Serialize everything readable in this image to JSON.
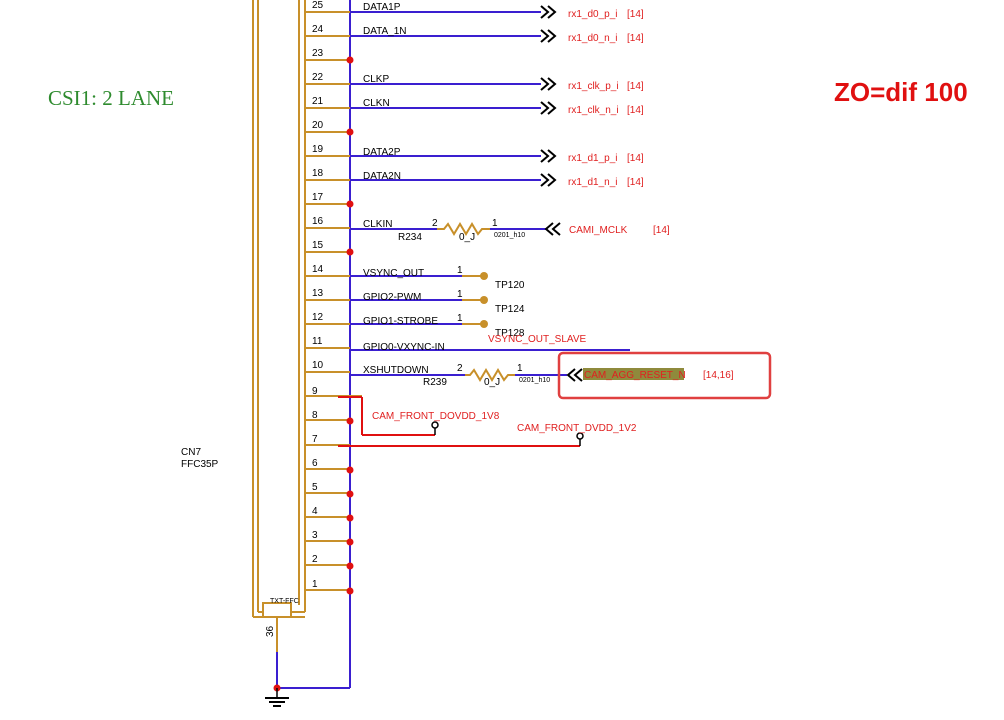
{
  "titles": {
    "csi": "CSI1: 2 LANE",
    "impedance": "ZO=dif 100"
  },
  "connector": {
    "ref": "CN7",
    "part": "FFC35P",
    "shield_pin": "36",
    "footprint_label": "TXT-FFC"
  },
  "pins": [
    {
      "num": "25",
      "signal": "DATA1P",
      "net": "rx1_d0_p_i",
      "page": "[14]"
    },
    {
      "num": "24",
      "signal": "DATA_1N",
      "net": "rx1_d0_n_i",
      "page": "[14]"
    },
    {
      "num": "23",
      "signal": "",
      "net": "",
      "page": ""
    },
    {
      "num": "22",
      "signal": "CLKP",
      "net": "rx1_clk_p_i",
      "page": "[14]"
    },
    {
      "num": "21",
      "signal": "CLKN",
      "net": "rx1_clk_n_i",
      "page": "[14]"
    },
    {
      "num": "20",
      "signal": "",
      "net": "",
      "page": ""
    },
    {
      "num": "19",
      "signal": "DATA2P",
      "net": "rx1_d1_p_i",
      "page": "[14]"
    },
    {
      "num": "18",
      "signal": "DATA2N",
      "net": "rx1_d1_n_i",
      "page": "[14]"
    },
    {
      "num": "17",
      "signal": "",
      "net": "",
      "page": ""
    },
    {
      "num": "16",
      "signal": "CLKIN",
      "net": "CAMI_MCLK",
      "page": "[14]"
    },
    {
      "num": "15",
      "signal": "",
      "net": "",
      "page": ""
    },
    {
      "num": "14",
      "signal": "VSYNC_OUT",
      "net": "TP120",
      "page": ""
    },
    {
      "num": "13",
      "signal": "GPIO2-PWM",
      "net": "TP124",
      "page": ""
    },
    {
      "num": "12",
      "signal": "GPIO1-STROBE",
      "net": "TP128",
      "page": ""
    },
    {
      "num": "11",
      "signal": "GPIO0-VXYNC-IN",
      "net": "VSYNC_OUT_SLAVE",
      "page": ""
    },
    {
      "num": "10",
      "signal": "XSHUTDOWN",
      "net": "CAM_AGG_RESET_N",
      "page": "[14,16]"
    },
    {
      "num": "9",
      "signal": "",
      "net": "",
      "page": ""
    },
    {
      "num": "8",
      "signal": "",
      "net": "CAM_FRONT_DOVDD_1V8",
      "page": ""
    },
    {
      "num": "7",
      "signal": "",
      "net": "CAM_FRONT_DVDD_1V2",
      "page": ""
    },
    {
      "num": "6",
      "signal": "",
      "net": "",
      "page": ""
    },
    {
      "num": "5",
      "signal": "",
      "net": "",
      "page": ""
    },
    {
      "num": "4",
      "signal": "",
      "net": "",
      "page": ""
    },
    {
      "num": "3",
      "signal": "",
      "net": "",
      "page": ""
    },
    {
      "num": "2",
      "signal": "",
      "net": "",
      "page": ""
    },
    {
      "num": "1",
      "signal": "",
      "net": "",
      "page": ""
    }
  ],
  "resistors": [
    {
      "ref": "R234",
      "value": "0_J",
      "footprint": "0201_h10",
      "pin_a": "2",
      "pin_b": "1"
    },
    {
      "ref": "R239",
      "value": "0_J",
      "footprint": "0201_h10",
      "pin_a": "2",
      "pin_b": "1"
    }
  ],
  "testpoint_pin": "1",
  "colors": {
    "wire": "#3a1fd0",
    "connector": "#c8902a",
    "power": "#e01010",
    "highlight": "#e04040",
    "label_bg": "#8f8a3c"
  }
}
